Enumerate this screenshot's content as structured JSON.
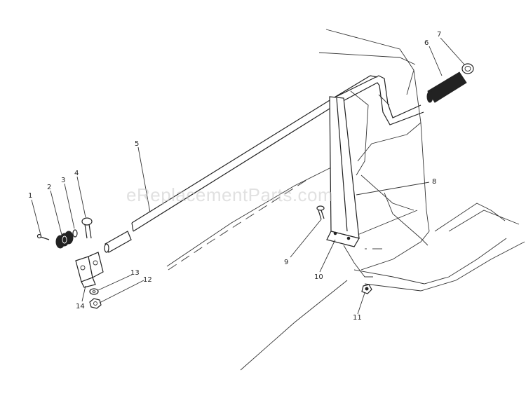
{
  "watermark": "eReplacementParts.com",
  "callouts": [
    {
      "id": "c1",
      "text": "1"
    },
    {
      "id": "c2",
      "text": "2"
    },
    {
      "id": "c3",
      "text": "3"
    },
    {
      "id": "c4",
      "text": "4"
    },
    {
      "id": "c5",
      "text": "5"
    },
    {
      "id": "c6",
      "text": "6"
    },
    {
      "id": "c7",
      "text": "7"
    },
    {
      "id": "c8",
      "text": "8"
    },
    {
      "id": "c9",
      "text": "9"
    },
    {
      "id": "c10",
      "text": "10"
    },
    {
      "id": "c11",
      "text": "11"
    },
    {
      "id": "c12",
      "text": "12"
    },
    {
      "id": "c13",
      "text": "13"
    },
    {
      "id": "c14",
      "text": "14"
    }
  ]
}
